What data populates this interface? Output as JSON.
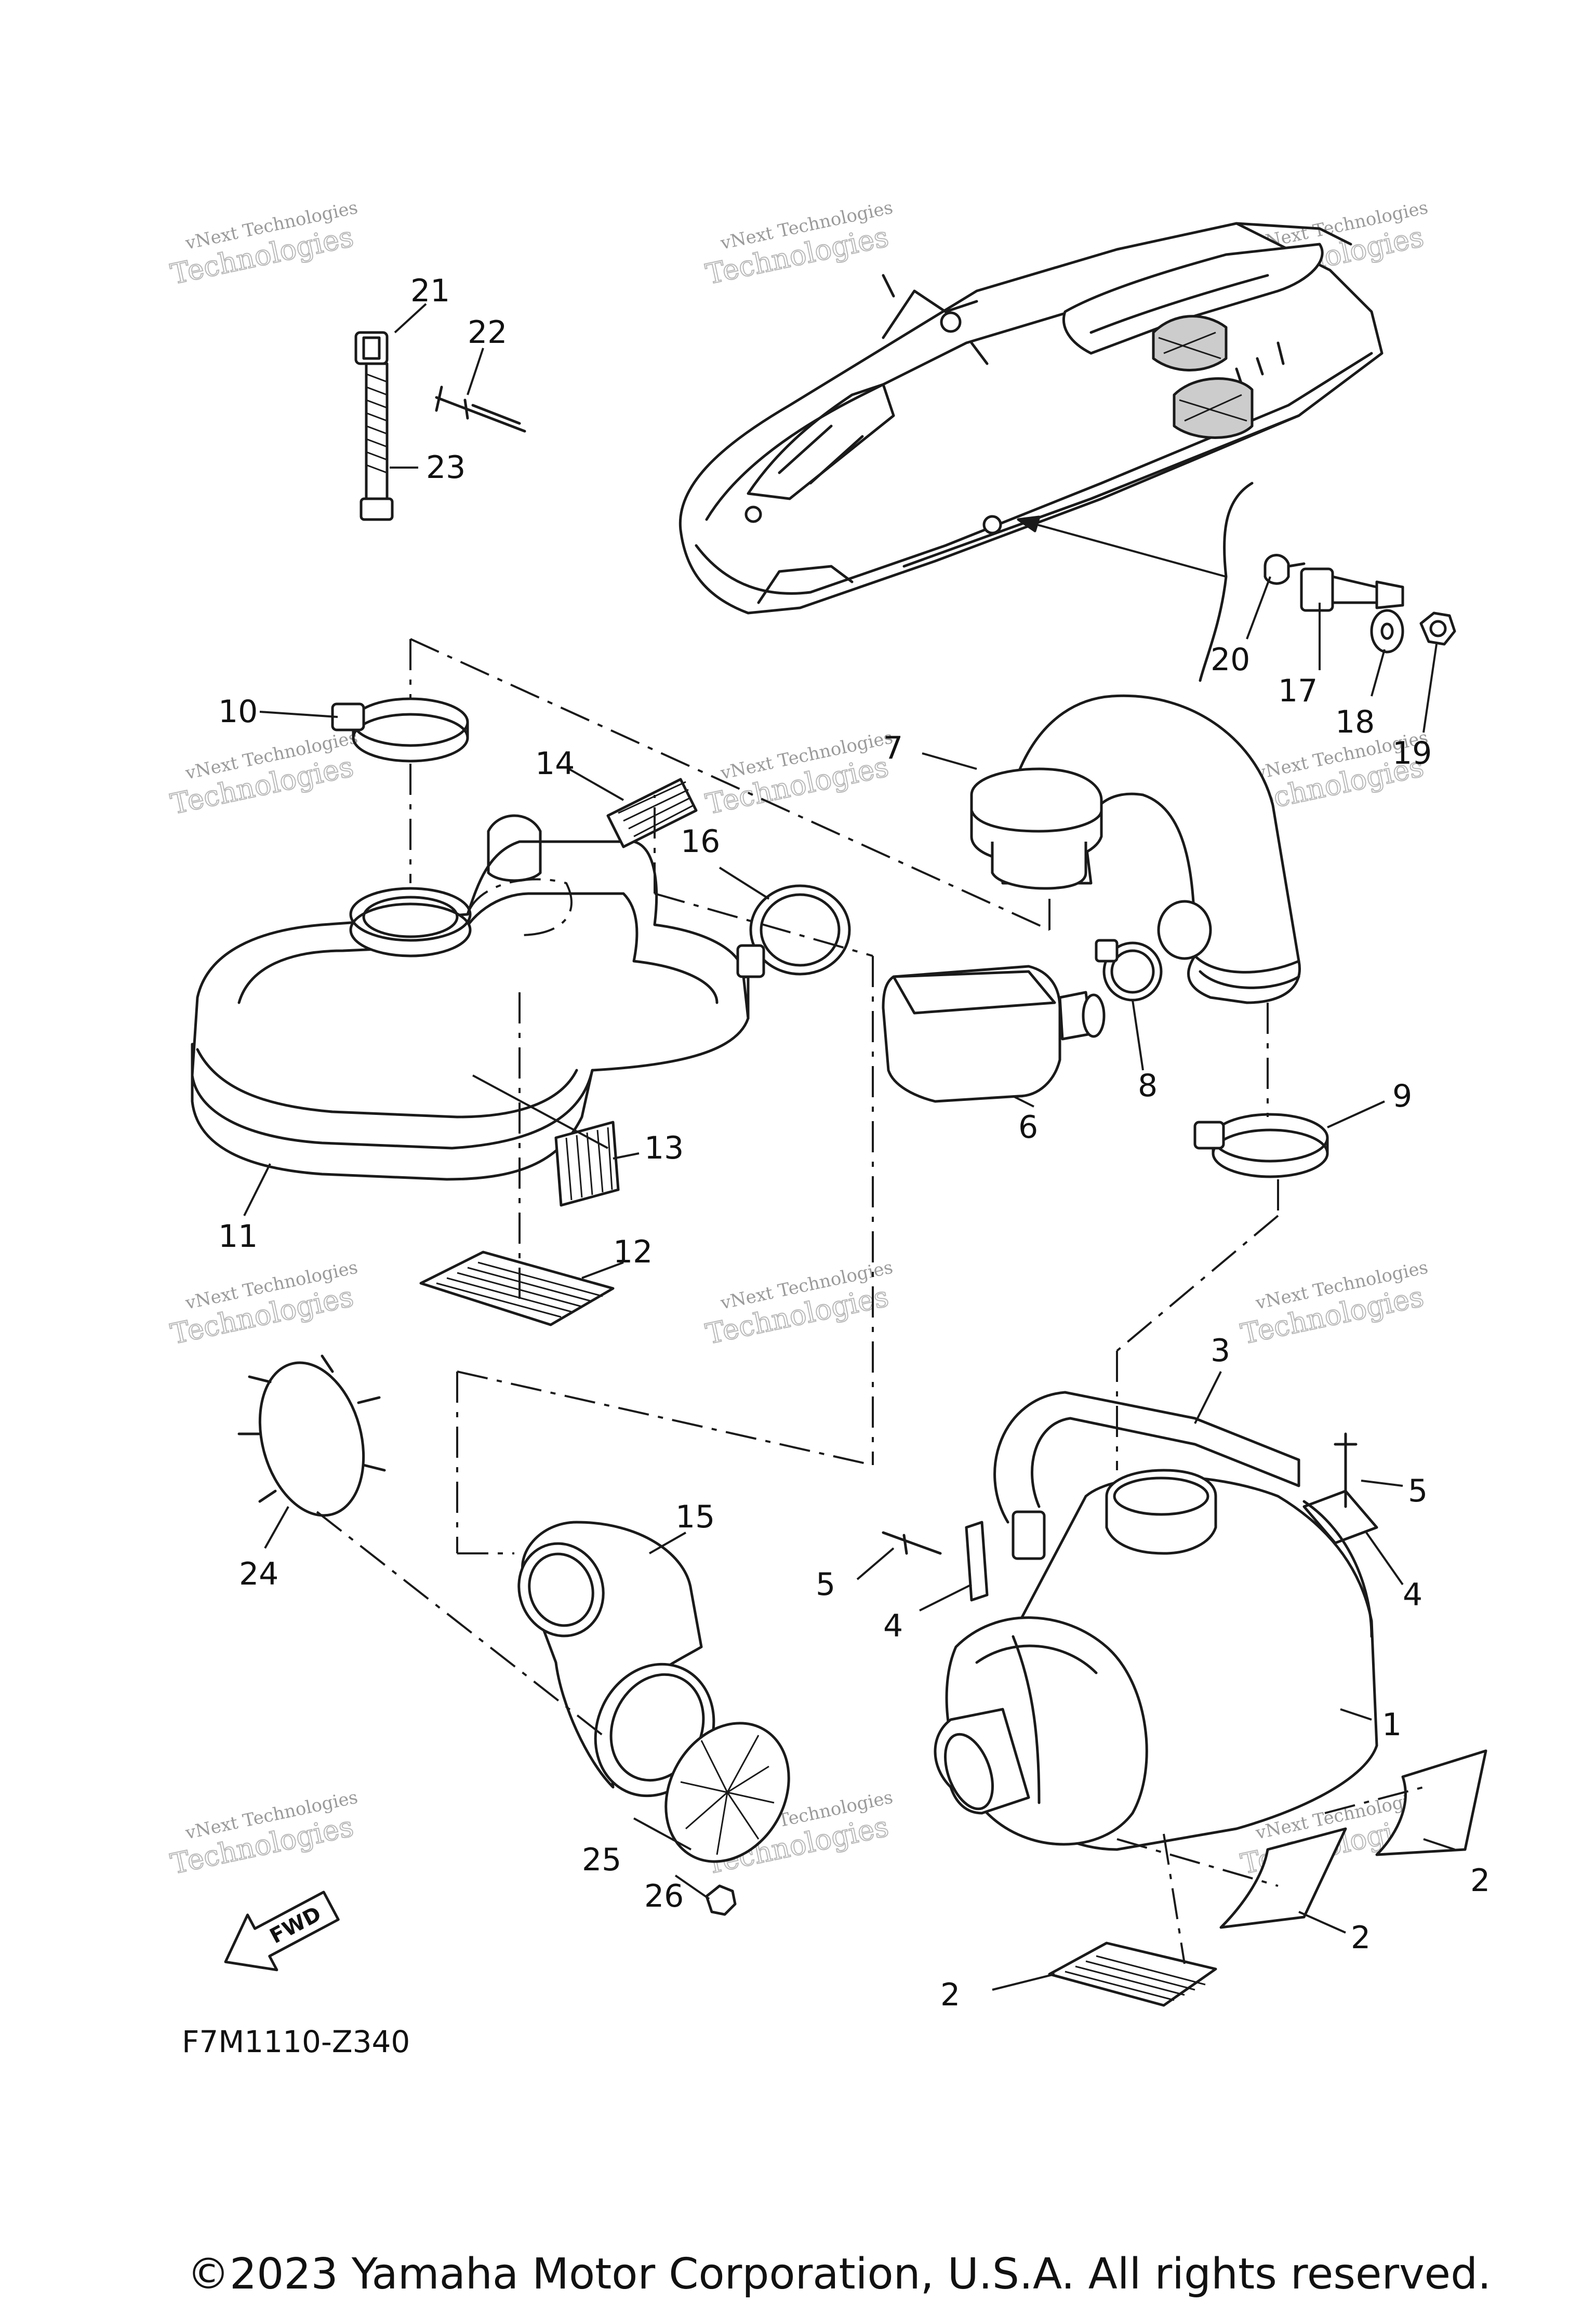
{
  "diagram": {
    "figure_code": "F7M1110-Z340",
    "fwd_label": "FWD",
    "copyright": "©2023 Yamaha Motor Corporation, U.S.A. All rights reserved.",
    "watermark": {
      "line1": "vNext Technologies",
      "line2": "Technologies"
    },
    "callouts": [
      "1",
      "2",
      "2",
      "2",
      "3",
      "4",
      "4",
      "5",
      "5",
      "6",
      "7",
      "8",
      "9",
      "10",
      "11",
      "12",
      "13",
      "14",
      "15",
      "16",
      "17",
      "18",
      "19",
      "20",
      "21",
      "22",
      "23",
      "24",
      "25",
      "26"
    ]
  }
}
